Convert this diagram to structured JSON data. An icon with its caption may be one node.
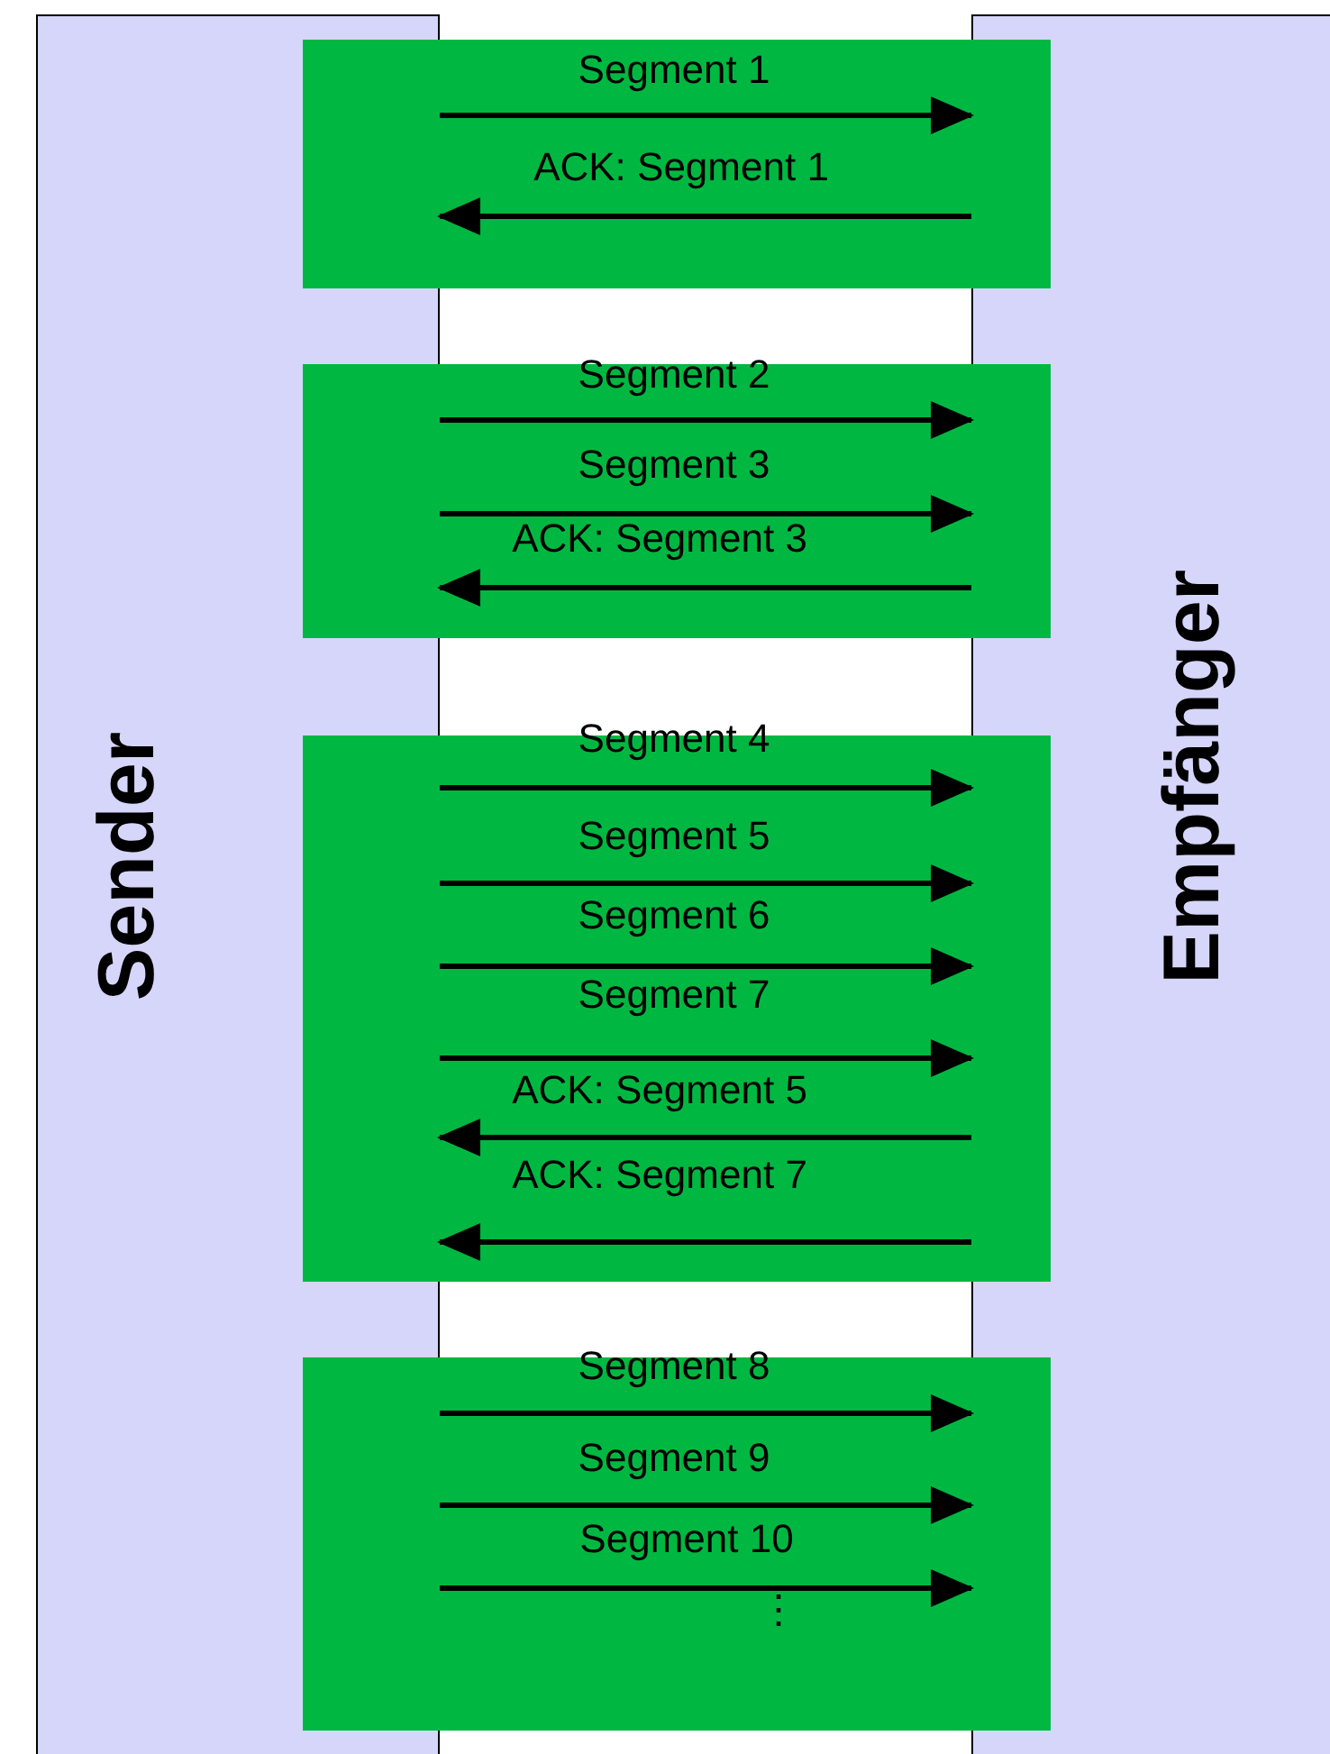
{
  "diagram": {
    "nodes": [
      {
        "text": [
          "Sender"
        ]
      },
      {
        "text": [
          "Empfänger"
        ]
      }
    ],
    "edges": [
      {
        "from": 0,
        "to": 1,
        "arrow": "to",
        "label": "Segment 1"
      },
      {
        "from": 1,
        "to": 0,
        "arrow": "to",
        "label": "ACK: Segment 1"
      },
      {
        "from": 0,
        "to": 1,
        "arrow": "to",
        "label": "Segment 2"
      },
      {
        "from": 0,
        "to": 1,
        "arrow": "to",
        "label": "Segment 3"
      },
      {
        "from": 1,
        "to": 0,
        "arrow": "to",
        "label": "ACK: Segment 3"
      },
      {
        "from": 0,
        "to": 1,
        "arrow": "to",
        "label": "Segment 4"
      },
      {
        "from": 0,
        "to": 1,
        "arrow": "to",
        "label": "Segment 5"
      },
      {
        "from": 0,
        "to": 1,
        "arrow": "to",
        "label": "Segment 6"
      },
      {
        "from": 0,
        "to": 1,
        "arrow": "to",
        "label": "Segment 7"
      },
      {
        "from": 1,
        "to": 0,
        "arrow": "to",
        "label": "ACK: Segment 5"
      },
      {
        "from": 1,
        "to": 0,
        "arrow": "to",
        "label": "ACK: Segment 7"
      },
      {
        "from": 0,
        "to": 1,
        "arrow": "to",
        "label": "Segment 8"
      },
      {
        "from": 0,
        "to": 1,
        "arrow": "to",
        "label": "Segment 9"
      },
      {
        "from": 0,
        "to": 1,
        "arrow": "to",
        "label": "Segment 10"
      }
    ],
    "labels": [
      "⋮"
    ]
  }
}
